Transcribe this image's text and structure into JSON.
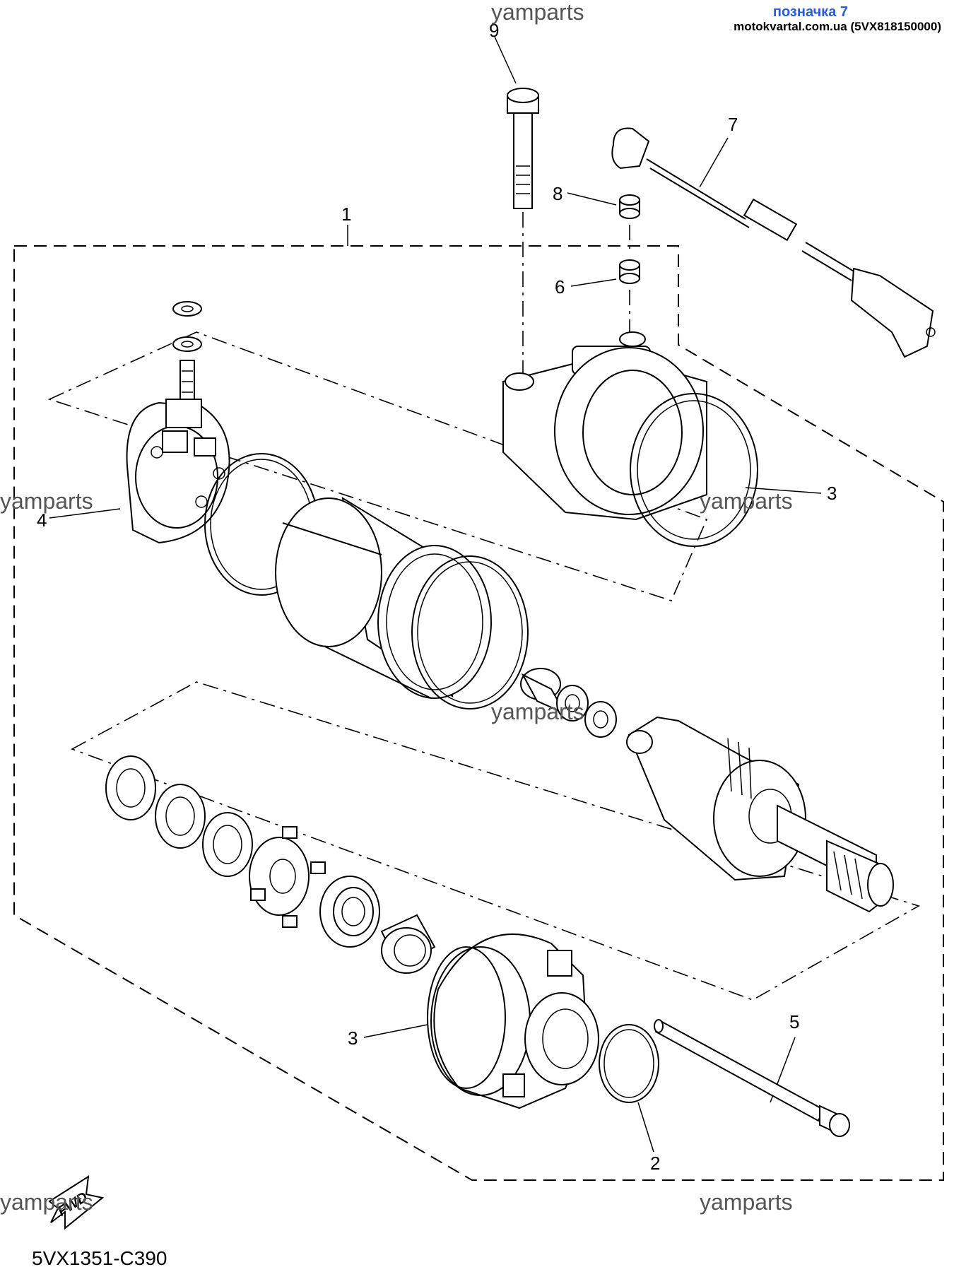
{
  "header": {
    "label": "позначка 7",
    "site": "motokvartal.com.ua (5VX818150000)"
  },
  "watermark": "yamparts",
  "callouts": [
    "1",
    "2",
    "3",
    "3",
    "4",
    "5",
    "6",
    "7",
    "8",
    "9"
  ],
  "fwd_label": "FWD",
  "diagram_code": "5VX1351-C390",
  "colors": {
    "header_label": "#2a5bd7",
    "ink": "#000000"
  }
}
